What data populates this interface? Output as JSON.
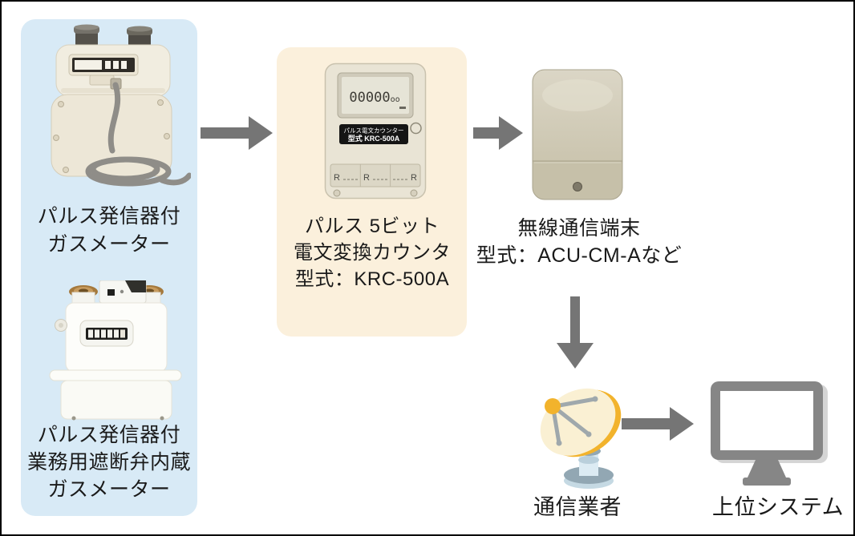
{
  "colors": {
    "panel_blue": "#d8eaf6",
    "panel_cream": "#fbf0dc",
    "arrow_gray": "#757575",
    "text_color": "#1a1a1a",
    "dish_rim": "#f2b32c",
    "dish_face": "#faf0d3",
    "monitor_gray": "#868686"
  },
  "meters": {
    "meter1": {
      "label": [
        "パルス発信器付",
        "ガスメーター"
      ]
    },
    "meter2": {
      "label": [
        "パルス発信器付",
        "業務用遮断弁内蔵",
        "ガスメーター"
      ]
    }
  },
  "counter": {
    "label": [
      "パルス 5ビット",
      "電文変換カウンタ",
      "型式：KRC-500A"
    ],
    "device": {
      "lcd_main": "00000",
      "lcd_sub": "oo",
      "tag_line1": "パルス電文カウンター",
      "tag_line2": "型式 KRC-500A",
      "port_mark": "R"
    }
  },
  "terminal": {
    "label": [
      "無線通信端末",
      "型式：ACU-CM-Aなど"
    ]
  },
  "carrier": {
    "label": "通信業者"
  },
  "host": {
    "label": "上位システム"
  }
}
